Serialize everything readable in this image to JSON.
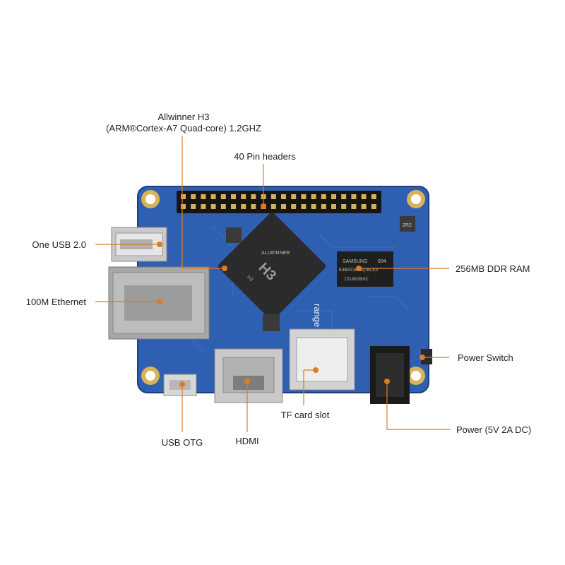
{
  "labels": {
    "cpu_line1": "Allwinner H3",
    "cpu_line2": "(ARM®Cortex-A7 Quad-core) 1.2GHZ",
    "pin_headers": "40 Pin headers",
    "usb2": "One USB 2.0",
    "ethernet": "100M Ethernet",
    "ddr_ram": "256MB DDR RAM",
    "power_switch": "Power Switch",
    "usb_otg": "USB OTG",
    "hdmi": "HDMI",
    "tf_slot": "TF card slot",
    "power": "Power (5V 2A DC)"
  },
  "board_text": {
    "soc_brand": "ALLWINNER",
    "soc_model": "H3",
    "soc_code": "H3",
    "ram_brand": "SAMSUNG",
    "ram_code": "604",
    "ram_part": "K4B2G1646Q-BCK0",
    "ram_lot": "CGJ8039XC",
    "pmic_mark": "2R2",
    "board_brand": "range"
  },
  "colors": {
    "board": "#2f5fb0",
    "board_dark": "#1d3f80",
    "leader": "#e07b20",
    "pad_gold": "#d9b35a"
  }
}
